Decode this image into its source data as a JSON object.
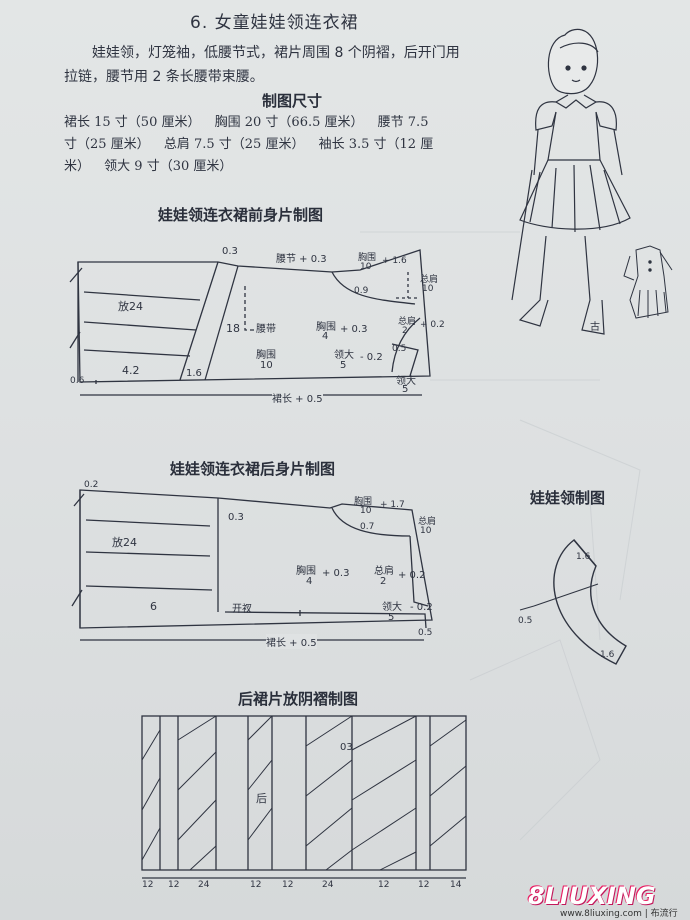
{
  "title": "6. 女童娃娃领连衣裙",
  "intro_line1": "娃娃领，灯笼袖，低腰节式，裙片周围 8 个阴褶，后开门用",
  "intro_line2": "拉链，腰节用 2 条长腰带束腰。",
  "measure_title": "制图尺寸",
  "specs": [
    "裙长 15 寸（50 厘米）",
    "胸围 20 寸（66.5 厘米）",
    "腰节 7.5",
    "寸（25 厘米）",
    "总肩 7.5 寸（25 厘米）",
    "袖长 3.5 寸（12 厘",
    "米）",
    "领大 9 寸（30 厘米）"
  ],
  "front": {
    "heading": "娃娃领连衣裙前身片制图",
    "labels": {
      "waist": "腰节 + 0.3",
      "chest_top": "胸围",
      "chest_top_den": "10",
      "plus16": "+ 1.6",
      "shoulder_total": "总肩",
      "shoulder_total_den": "10",
      "v03": "0.3",
      "v09": "0.9",
      "v18": "18",
      "yao_tie": "腰带",
      "chest4": "胸围",
      "chest4_den": "4",
      "plus03": "+ 0.3",
      "shoulder2": "总肩",
      "shoulder2_den": "2",
      "plus02": "+ 0.2",
      "chest10": "胸围",
      "chest10_den": "10",
      "collar": "领大",
      "collar_den": "5",
      "minus02": "- 0.2",
      "v05": "0.5",
      "collar_b": "领大",
      "collar_b_den": "5",
      "fang24": "放24",
      "v42": "4.2",
      "v16": "1.6",
      "v06": "0.6",
      "length": "裙长 + 0.5"
    }
  },
  "back": {
    "heading": "娃娃领连衣裙后身片制图",
    "labels": {
      "v02": "0.2",
      "v03": "0.3",
      "chest_top": "胸围",
      "chest_top_den": "10",
      "plus17": "+ 1.7",
      "v07": "0.7",
      "shoulder_total": "总肩",
      "shoulder_total_den": "10",
      "fang24": "放24",
      "chest4": "胸围",
      "chest4_den": "4",
      "plus03": "+ 0.3",
      "shoulder2": "总肩",
      "shoulder2_den": "2",
      "plus02": "+ 0.2",
      "collar": "领大",
      "collar_den": "5",
      "minus02": "- 0.2",
      "v6": "6",
      "slit": "开衩",
      "v05": "0.5",
      "length": "裙长 + 0.5"
    }
  },
  "collar": {
    "heading": "娃娃领制图",
    "labels": {
      "v16a": "1.6",
      "v05": "0.5",
      "v16b": "1.6"
    }
  },
  "pleat": {
    "heading": "后裙片放阴褶制图",
    "center": "后",
    "v03": "03",
    "bottom": [
      "12",
      "12",
      "24",
      "12",
      "12",
      "24",
      "12",
      "12",
      "14"
    ]
  },
  "watermark": {
    "logo": "8LIUXING",
    "url": "www.8liuxing.com | 布流行"
  },
  "colors": {
    "ink": "#2f3441",
    "paper": "#dfe2e3",
    "brand": "#e91e63"
  }
}
